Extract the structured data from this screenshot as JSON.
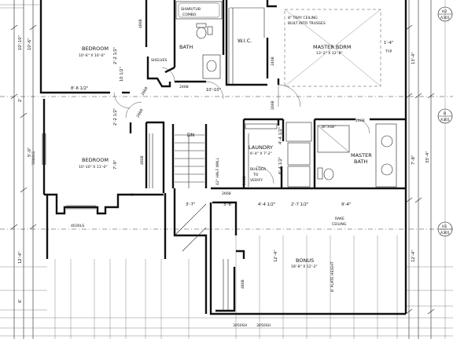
{
  "plan": {
    "rooms": {
      "bedroom_top": {
        "name": "BEDROOM",
        "size": "10'-6\" X 10'-0\""
      },
      "bath": {
        "name": "BATH"
      },
      "shower": {
        "line1": "SHWR/TUB",
        "line2": "COMBO"
      },
      "wic": {
        "name": "W.I.C."
      },
      "master_bdrm": {
        "name": "MASTER BDRM",
        "size": "13'-2\" X 12'-8\""
      },
      "tray": {
        "line1": "8\" TRAY CEILING",
        "line2": "BUILT INTO TRUSSES"
      },
      "shelves": {
        "name": "SHELVES"
      },
      "bedroom_left": {
        "name": "BEDROOM",
        "size": "10'-10\" X 11'-0\""
      },
      "laundry": {
        "name": "LAUNDRY",
        "size": "6'-4\" X 7'-2\""
      },
      "builder_note": {
        "line1": "BUILDER",
        "line2": "TO",
        "line3": "VERIFY"
      },
      "master_bath": {
        "line1": "MASTER",
        "line2": "BATH"
      },
      "shower_size": "36\"X48\"",
      "bonus": {
        "name": "BONUS",
        "size": "18'-8\" X 12'-2\""
      },
      "plate_height": "8' PLATE HEIGHT",
      "rake": {
        "line1": "RAKE",
        "line2": "CEILING"
      },
      "half_wall": "42\" HALF WALL",
      "stair_dn": "DN"
    },
    "door_codes": {
      "d1": "2468",
      "d2": "2668",
      "d3": "2668",
      "d4": "2468",
      "d5": "2668",
      "d6": "2468",
      "d7": "2668",
      "d8": "4868",
      "d9": "4868",
      "d10": "4868",
      "d11": "2468"
    },
    "window_codes": {
      "w_left_side": "5040LS",
      "w_bottom_left": "4030LS",
      "w_bottom_1": "3050SH",
      "w_bottom_2": "3050SH"
    },
    "dimensions": {
      "h1": "8'-6 1/2\"",
      "h2": "10'-10\"",
      "h3": "3'-7\"",
      "h4": "3'-8\"",
      "h5": "4'-4 1/2\"",
      "h6": "2'-7 1/2\"",
      "h7": "9'-4\"",
      "v1": "10'-10\"",
      "v2": "2'",
      "v3": "10'-6\"",
      "v4": "2'-2 1/2\"",
      "v5": "10 1/2\"",
      "v6": "2'-2 1/2\"",
      "v7": "12'-4\"",
      "v8": "6'",
      "v9": "13'-4\"",
      "v10": "33'-4\"",
      "v11": "7'-8\"",
      "v12": "12'-4\"",
      "v13": "12'-4\"",
      "v14": "4'-4 1/2\"",
      "v15": "6'-4 1/2\"",
      "v16": "1'-4\"",
      "v17": "5'-0\"",
      "v18": "7'-9\"",
      "typ": "TYP"
    },
    "section_tags": {
      "t1_top": "H2",
      "t1_bot": "A301",
      "t2_top": "B",
      "t2_bot": "A301",
      "t3_top": "H1",
      "t3_bot": "A301"
    }
  }
}
